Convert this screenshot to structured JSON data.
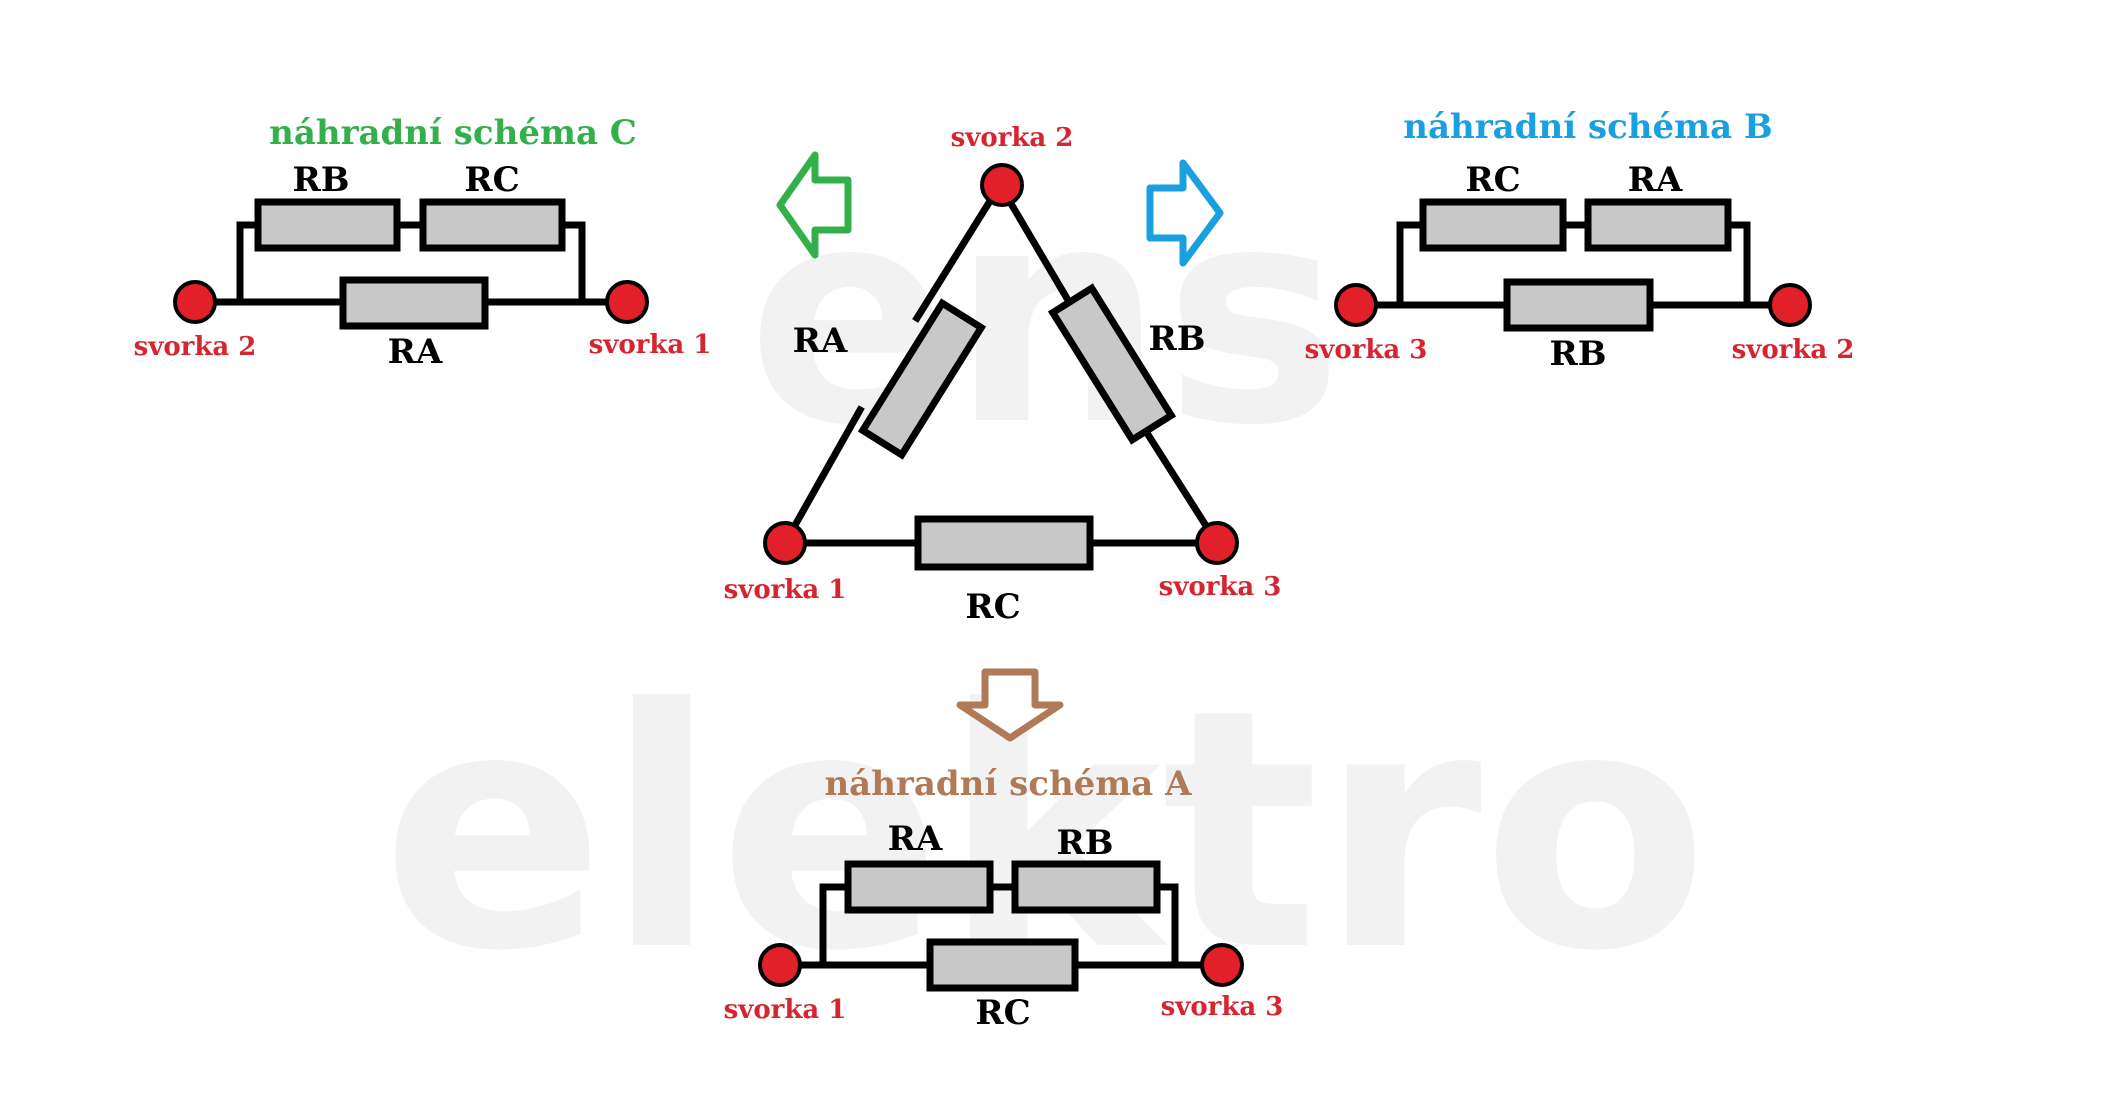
{
  "watermark": {
    "line1": "ens",
    "line2": "elektro"
  },
  "colors": {
    "terminal": "#e2202a",
    "terminal_label": "#d62430",
    "resistor_fill": "#c8c8c8",
    "scheme_a": "#b07a56",
    "scheme_b": "#1aa0e0",
    "scheme_c": "#33b04a"
  },
  "triangle": {
    "terminals": {
      "top": "svorka 2",
      "left": "svorka 1",
      "right": "svorka 3"
    },
    "resistors": {
      "left": "RA",
      "right": "RB",
      "bottom": "RC"
    }
  },
  "scheme_c": {
    "title": "náhradní schéma C",
    "top_left": "RB",
    "top_right": "RC",
    "bottom": "RA",
    "terminal_left": "svorka 2",
    "terminal_right": "svorka 1",
    "arrow": "left-arrow-icon"
  },
  "scheme_b": {
    "title": "náhradní schéma B",
    "top_left": "RC",
    "top_right": "RA",
    "bottom": "RB",
    "terminal_left": "svorka 3",
    "terminal_right": "svorka 2",
    "arrow": "right-arrow-icon"
  },
  "scheme_a": {
    "title": "náhradní schéma A",
    "top_left": "RA",
    "top_right": "RB",
    "bottom": "RC",
    "terminal_left": "svorka 1",
    "terminal_right": "svorka 3",
    "arrow": "down-arrow-icon"
  }
}
